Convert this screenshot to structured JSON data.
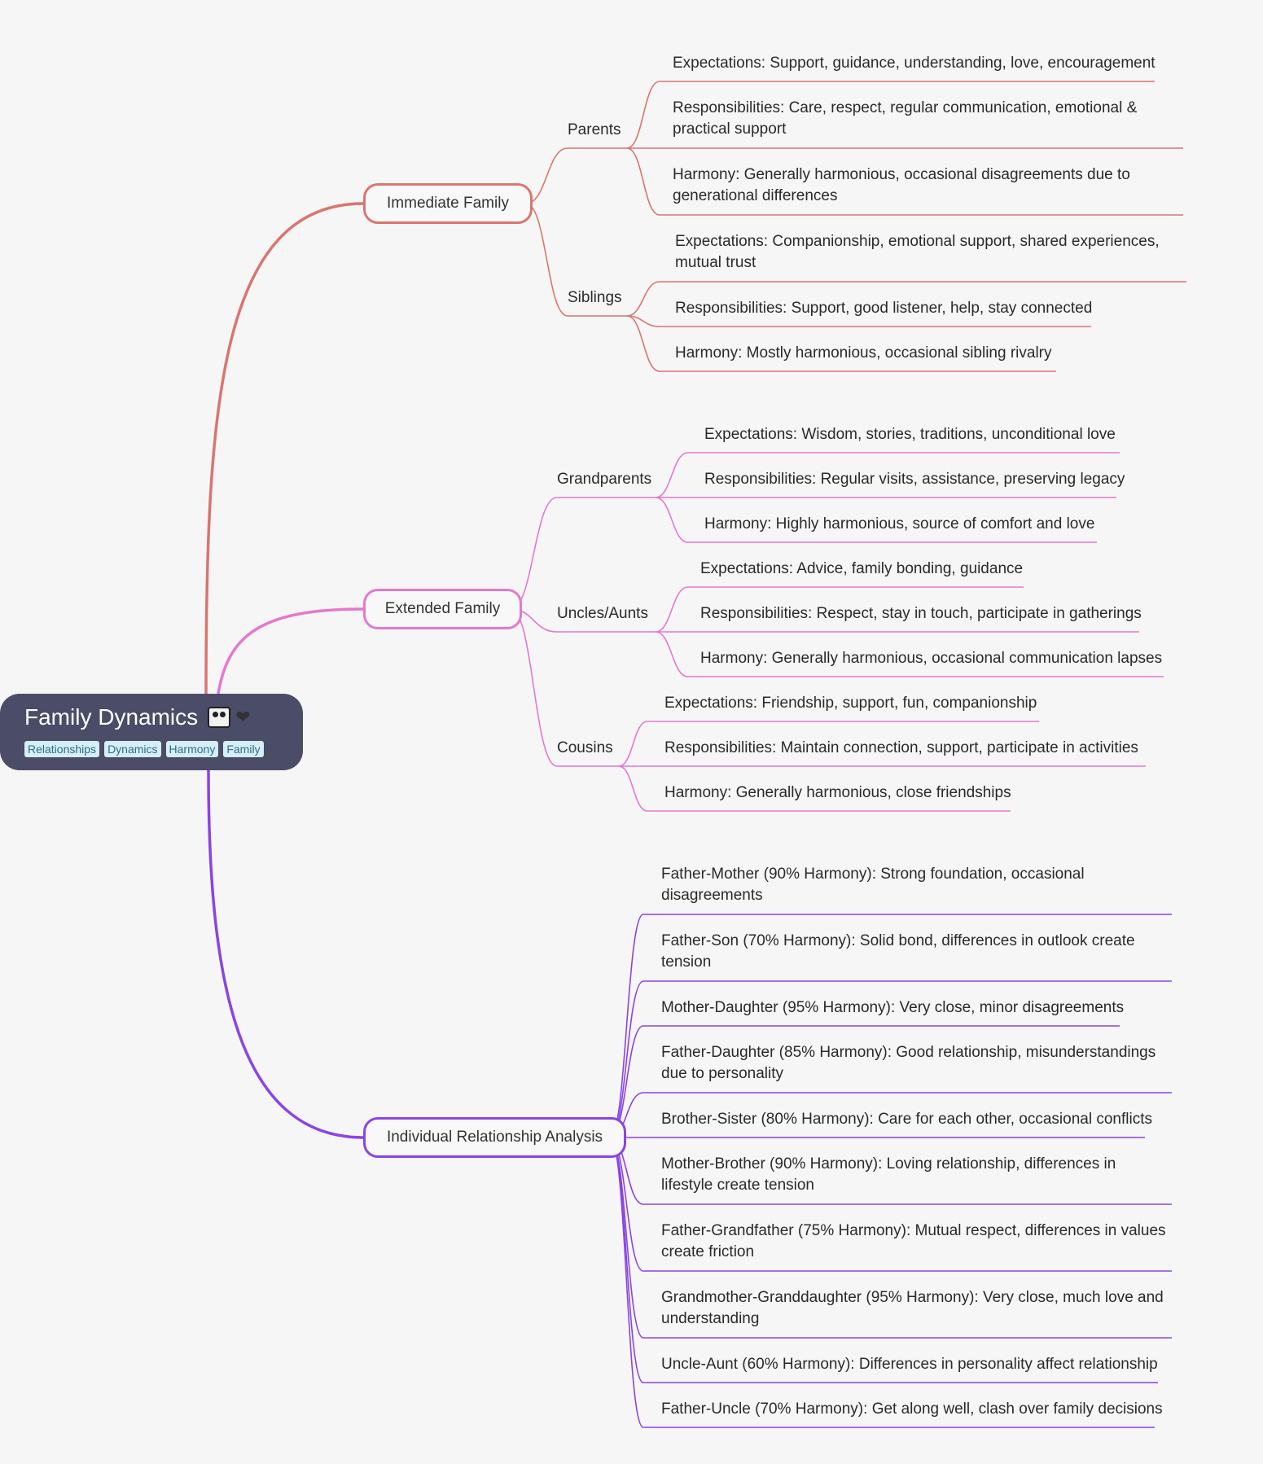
{
  "root": {
    "title": "Family Dynamics",
    "tags": [
      "Relationships",
      "Dynamics",
      "Harmony",
      "Family"
    ]
  },
  "colors": {
    "immediate": "#d97570",
    "extended": "#e478cf",
    "individual": "#8a44e4"
  },
  "icons": [
    "family-icon",
    "heart-icon"
  ],
  "branches": {
    "immediate": {
      "label": "Immediate Family",
      "parents": {
        "label": "Parents",
        "items": [
          "Expectations: Support, guidance, understanding, love, encouragement",
          "Responsibilities: Care, respect, regular communication, emotional & practical support",
          "Harmony: Generally harmonious, occasional disagreements due to generational differences"
        ]
      },
      "siblings": {
        "label": "Siblings",
        "items": [
          "Expectations: Companionship, emotional support, shared experiences, mutual trust",
          "Responsibilities: Support, good listener, help, stay connected",
          "Harmony: Mostly harmonious, occasional sibling rivalry"
        ]
      }
    },
    "extended": {
      "label": "Extended Family",
      "grandparents": {
        "label": "Grandparents",
        "items": [
          "Expectations: Wisdom, stories, traditions, unconditional love",
          "Responsibilities: Regular visits, assistance, preserving legacy",
          "Harmony: Highly harmonious, source of comfort and love"
        ]
      },
      "uncles_aunts": {
        "label": "Uncles/Aunts",
        "items": [
          "Expectations: Advice, family bonding, guidance",
          "Responsibilities: Respect, stay in touch, participate in gatherings",
          "Harmony: Generally harmonious, occasional communication lapses"
        ]
      },
      "cousins": {
        "label": "Cousins",
        "items": [
          "Expectations: Friendship, support, fun, companionship",
          "Responsibilities: Maintain connection, support, participate in activities",
          "Harmony: Generally harmonious, close friendships"
        ]
      }
    },
    "individual": {
      "label": "Individual Relationship Analysis",
      "items": [
        "Father-Mother (90% Harmony): Strong foundation, occasional disagreements",
        "Father-Son (70% Harmony): Solid bond, differences in outlook create tension",
        "Mother-Daughter (95% Harmony): Very close, minor disagreements",
        "Father-Daughter (85% Harmony): Good relationship, misunderstandings due to personality",
        "Brother-Sister (80% Harmony): Care for each other, occasional conflicts",
        "Mother-Brother (90% Harmony): Loving relationship, differences in lifestyle create tension",
        "Father-Grandfather (75% Harmony): Mutual respect, differences in values create friction",
        "Grandmother-Granddaughter (95% Harmony): Very close, much love and understanding",
        "Uncle-Aunt (60% Harmony): Differences in personality affect relationship",
        "Father-Uncle (70% Harmony): Get along well, clash over family decisions"
      ]
    }
  }
}
